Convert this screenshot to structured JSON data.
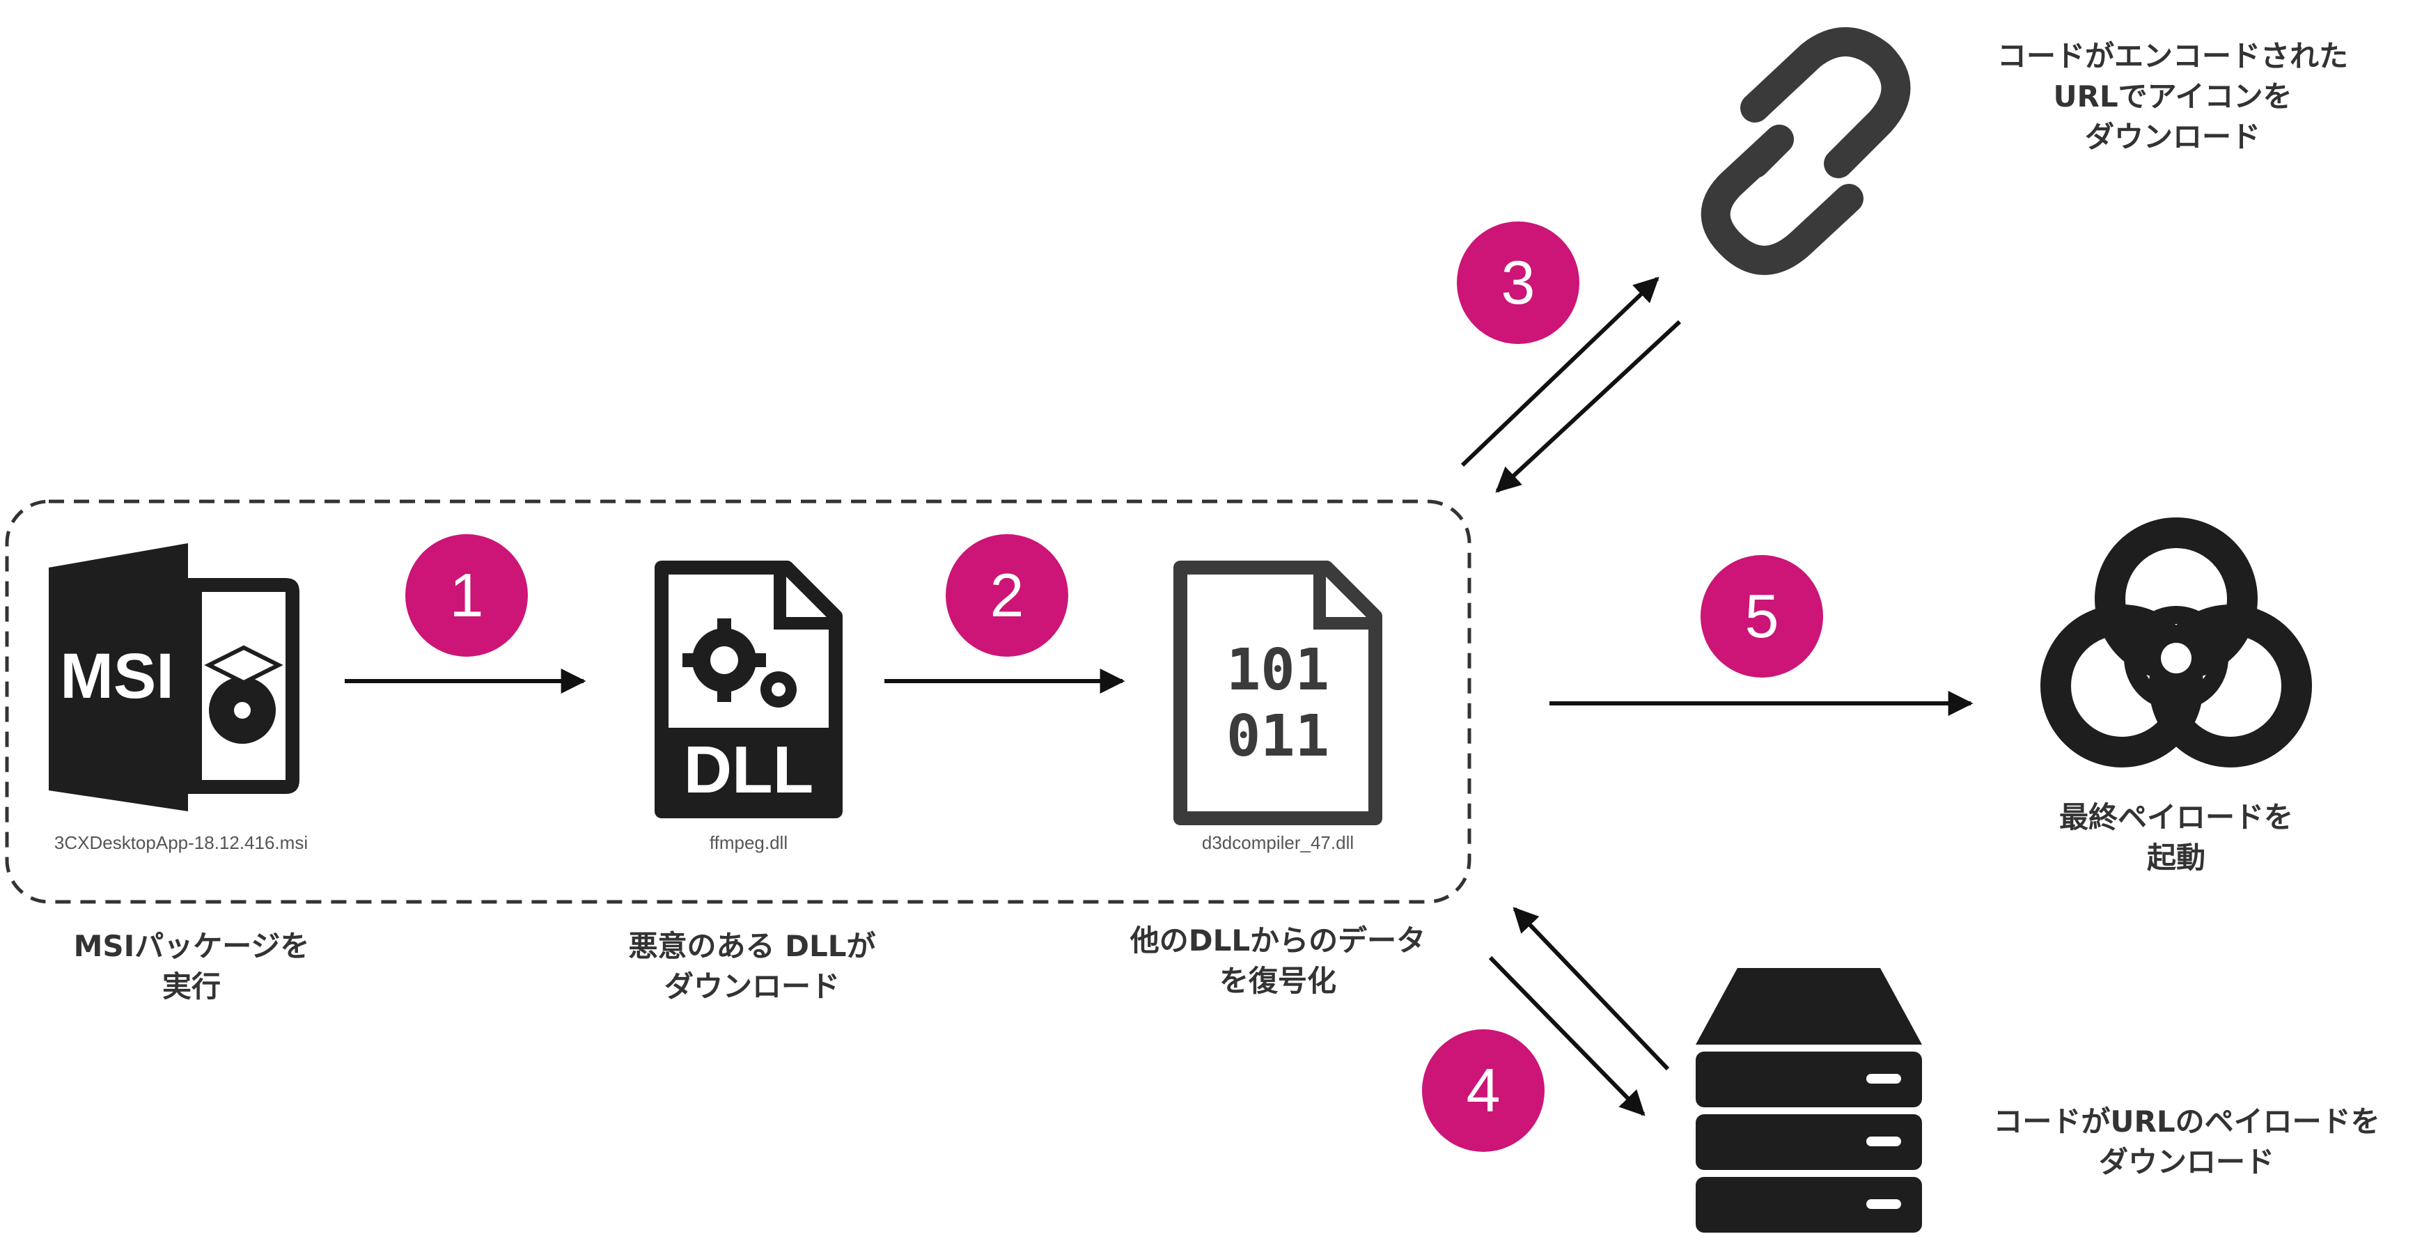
{
  "steps": {
    "1": "1",
    "2": "2",
    "3": "3",
    "4": "4",
    "5": "5"
  },
  "files": {
    "msi_filename": "3CXDesktopApp-18.12.416.msi",
    "msi_icon_text": "MSI",
    "dll_filename": "ffmpeg.dll",
    "dll_icon_text": "DLL",
    "d3d_filename": "d3dcompiler_47.dll",
    "binary_line1": "101",
    "binary_line2": "011"
  },
  "labels": {
    "msi": [
      "MSIパッケージを",
      "実行"
    ],
    "dll": [
      "悪意のある DLLが",
      "ダウンロード"
    ],
    "d3d": [
      "他のDLLからのデータ",
      "を復号化"
    ],
    "link": [
      "コードがエンコードされた",
      "URLでアイコンを",
      "ダウンロード"
    ],
    "payload": [
      "最終ペイロードを",
      "起動"
    ],
    "server": [
      "コードがURLのペイロードを",
      "ダウンロード"
    ]
  },
  "colors": {
    "accent": "#cc1576",
    "icon": "#1e1e1e",
    "arrow": "#111111"
  }
}
